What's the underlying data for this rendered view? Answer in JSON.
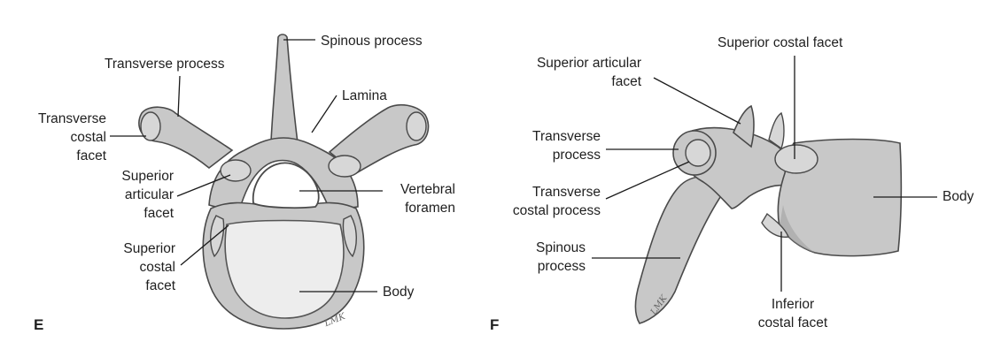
{
  "panels": {
    "E": {
      "letter": "E",
      "labels": {
        "spinous_process": "Spinous process",
        "transverse_process": "Transverse process",
        "lamina": "Lamina",
        "transverse_costal_facet": [
          "Transverse",
          "costal",
          "facet"
        ],
        "superior_articular_facet": [
          "Superior",
          "articular",
          "facet"
        ],
        "vertebral_foramen": [
          "Vertebral",
          "foramen"
        ],
        "superior_costal_facet": [
          "Superior",
          "costal",
          "facet"
        ],
        "body": "Body"
      },
      "signature": "LMK"
    },
    "F": {
      "letter": "F",
      "labels": {
        "superior_costal_facet": "Superior costal facet",
        "superior_articular_facet": [
          "Superior articular",
          "facet"
        ],
        "transverse_process": [
          "Transverse",
          "process"
        ],
        "transverse_costal_process": [
          "Transverse",
          "costal process"
        ],
        "spinous_process": [
          "Spinous",
          "process"
        ],
        "body": "Body",
        "inferior_costal_facet": [
          "Inferior",
          "costal facet"
        ]
      },
      "signature": "LMK"
    }
  },
  "colors": {
    "bone": "#c8c8c8",
    "outline": "#4a4a4a",
    "leader": "#1a1a1a"
  }
}
